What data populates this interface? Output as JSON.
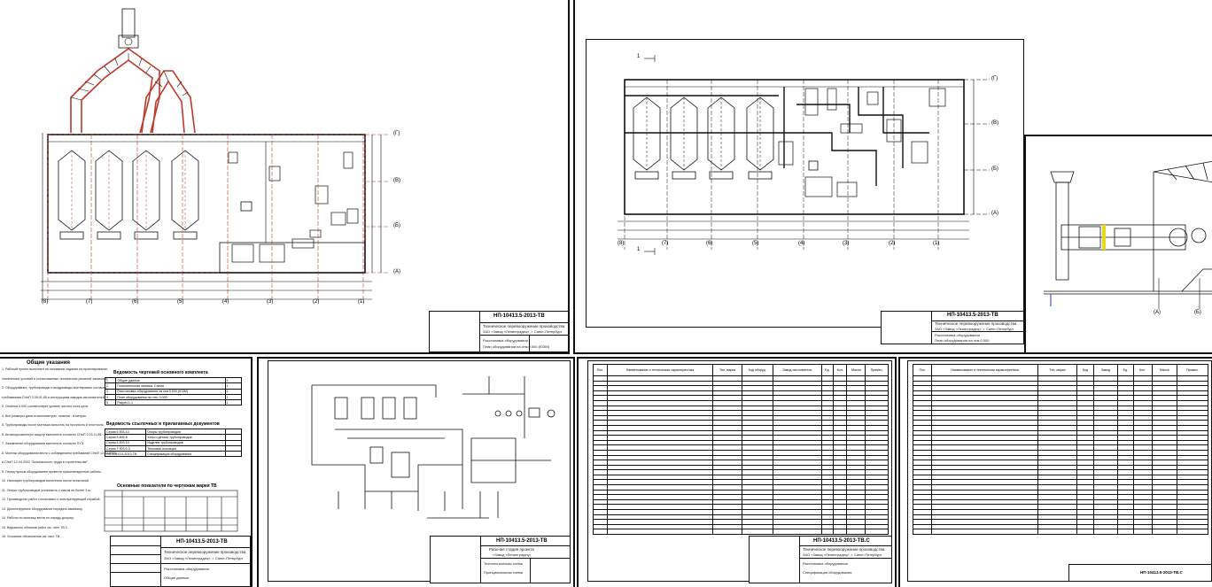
{
  "sheets": {
    "plan_left": {
      "axes_bottom": [
        "(8)",
        "(7)",
        "(6)",
        "(5)",
        "(4)",
        "(3)",
        "(2)",
        "(1)"
      ],
      "axes_right": [
        "(Г)",
        "(В)",
        "(Б)",
        "(А)"
      ],
      "title_block": {
        "code": "НП-10413.5-2013-ТВ",
        "name": "Техническое перевооружение производства",
        "sub": "ЗАО «Завод «Ленинградец», г. Санкт-Петербург",
        "stage": "Расстановка оборудования",
        "sheet": "План оборудования на отм.0.000 (ЮЗМ)"
      }
    },
    "plan_right": {
      "section_mark": "1",
      "axes_bottom": [
        "(8)",
        "(7)",
        "(6)",
        "(5)",
        "(4)",
        "(3)",
        "(2)",
        "(1)"
      ],
      "axes_right": [
        "(Г)",
        "(В)",
        "(Б)",
        "(А)"
      ],
      "title_block": {
        "code": "НП-10413.5-2013-ТВ",
        "name": "Техническое перевооружение производства",
        "sub": "ЗАО «Завод «Ленинградец», г. Санкт-Петербург",
        "stage": "Расстановка оборудования",
        "sheet": "План оборудования на отм.0.000"
      }
    },
    "section": {
      "axes_bottom": [
        "(А)",
        "(Б)"
      ]
    },
    "notes": {
      "heading": "Общие указания",
      "lines": [
        "1. Рабочий проект выполнен на основании задания на проектирование,",
        "технических условий и согласованных технических решений заказчика.",
        "2. Оборудование, трубопроводы и воздуховоды монтировать согласно",
        "требованиям СНиП 3.05.01-85 и инструкциям заводов-изготовителей.",
        "3. Отметка 0.000 соответствует уровню чистого пола цеха.",
        "4. Все размеры даны в миллиметрах, отметки - в метрах.",
        "5. Трубопроводы после монтажа испытать на прочность и плотность.",
        "6. Антикоррозионную защиту выполнить согласно СНиП 2.03.11-85.",
        "7. Заземление оборудования выполнить согласно ПУЭ.",
        "8. Монтаж оборудования вести с соблюдением требований СНиП 12-03-2001",
        "и СНиП 12-04-2002 \"Безопасность труда в строительстве\".",
        "9. Перед пуском оборудования провести пусконаладочные работы.",
        "10. Изоляцию трубопроводов выполнить после испытаний.",
        "11. Опоры трубопроводов установить с шагом не более 3 м.",
        "12. Производство работ согласовать с эксплуатирующей службой.",
        "13. Демонтируемое оборудование передать заказчику.",
        "14. Работы по монтажу вести по наряду-допуску.",
        "15. Ведомость объемов работ см. лист ТВ.С.",
        "16. Условные обозначения см. лист ТВ."
      ],
      "table1_title": "Ведомость чертежей основного комплекта",
      "table1_rows": [
        [
          "1",
          "Общие данные",
          "1"
        ],
        [
          "2",
          "Пояснительная записка. Схема",
          "1"
        ],
        [
          "3",
          "Расстановка оборудования на отм.0.000 (ЮЗМ)",
          "1"
        ],
        [
          "4",
          "План оборудования на отм. 0.000",
          "1"
        ],
        [
          "5",
          "Разрез 1-1",
          "1"
        ]
      ],
      "table2_title": "Ведомость ссылочных и прилагаемых документов",
      "table2_rows": [
        [
          "Серия 5.903-13",
          "Опоры трубопроводов",
          ""
        ],
        [
          "Серия 5.905-8",
          "Узлы и детали трубопроводов",
          ""
        ],
        [
          "Серия 4.903-10",
          "Изделия трубопроводов",
          ""
        ],
        [
          "Серия 7.903.9-3",
          "Тепловая изоляция",
          ""
        ],
        [
          "НП-10413.5-2013-ТВ",
          "Спецификация оборудования",
          ""
        ]
      ],
      "table3_title": "Основные показатели по чертежам марки ТВ",
      "title_block": {
        "code": "НП-10413.5-2013-ТВ",
        "name": "Техническое перевооружение производства",
        "sub": "ЗАО «Завод «Ленинградец», г. Санкт-Петербург",
        "stage": "Расстановка оборудования",
        "sheet": "Общие данные"
      }
    },
    "scheme": {
      "title_block": {
        "code": "НП-10413.5-2013-ТВ",
        "name": "Рабочая стадия проекта",
        "sub": "«Завод «Ленинградец»",
        "stage": "Технологическая схема",
        "sheet": "Принципиальная схема"
      }
    },
    "spec1": {
      "headers": [
        "Поз.",
        "Наименование и техническая характеристика",
        "Тип, марка",
        "Код оборуд.",
        "Завод-изготовитель",
        "Ед.",
        "Кол.",
        "Масса",
        "Примеч."
      ],
      "title_block": {
        "code": "НП-10413.5-2013-ТВ.С",
        "name": "Техническое перевооружение производства",
        "sub": "ЗАО «Завод «Ленинградец», г. Санкт-Петербург",
        "stage": "Расстановка оборудования",
        "sheet": "Спецификация оборудования"
      }
    },
    "spec2": {
      "headers": [
        "Поз.",
        "Наименование и техническая характеристика",
        "Тип, марка",
        "Код",
        "Завод",
        "Ед.",
        "Кол.",
        "Масса",
        "Примеч."
      ],
      "stamp": "НП-10413.5-2013-ТВ.С"
    }
  }
}
